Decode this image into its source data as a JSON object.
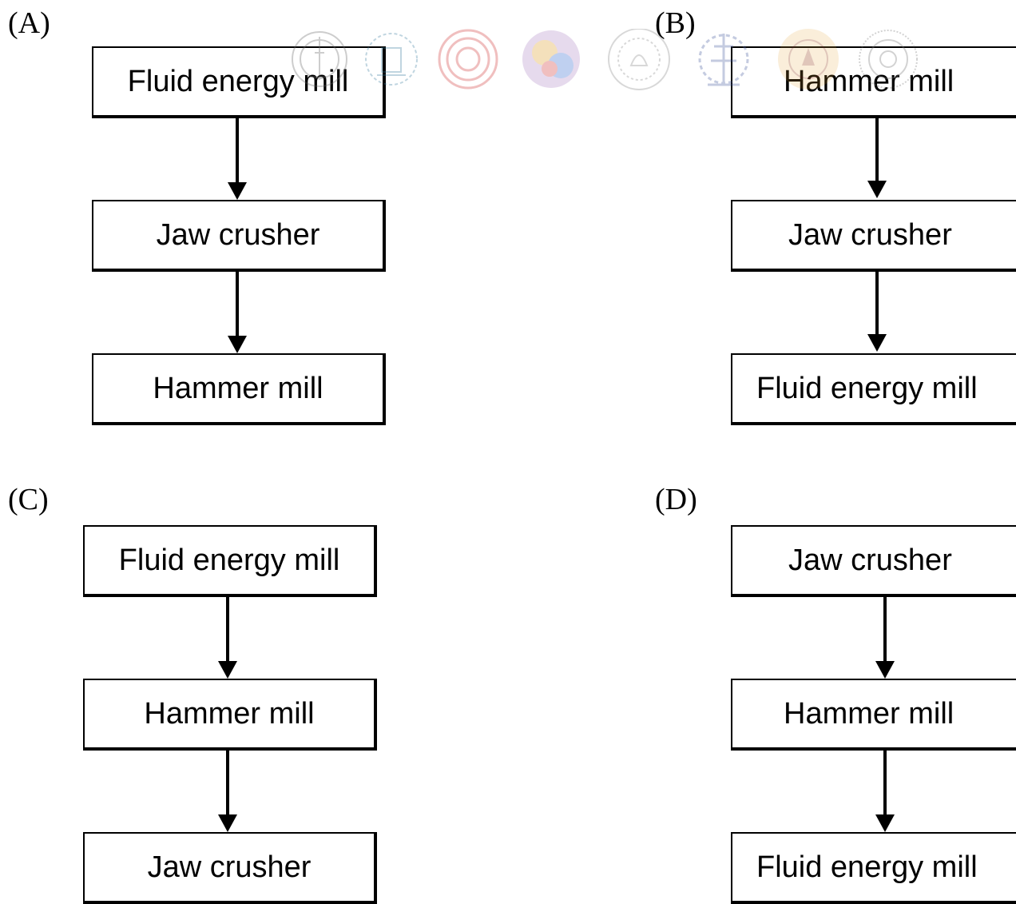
{
  "options": [
    {
      "label": "(A)",
      "steps": [
        "Fluid energy mill",
        "Jaw crusher",
        "Hammer mill"
      ]
    },
    {
      "label": "(B)",
      "steps": [
        "Hammer mill",
        "Jaw crusher",
        "Fluid energy mill"
      ]
    },
    {
      "label": "(C)",
      "steps": [
        "Fluid energy mill",
        "Hammer mill",
        "Jaw crusher"
      ]
    },
    {
      "label": "(D)",
      "steps": [
        "Jaw crusher",
        "Hammer mill",
        "Fluid energy mill"
      ]
    }
  ],
  "watermark": {
    "logos": [
      "iit-logo-1",
      "iit-logo-2",
      "iit-logo-3",
      "iit-logo-4",
      "iit-logo-5",
      "iit-logo-6",
      "iit-logo-7",
      "iit-logo-8"
    ]
  }
}
